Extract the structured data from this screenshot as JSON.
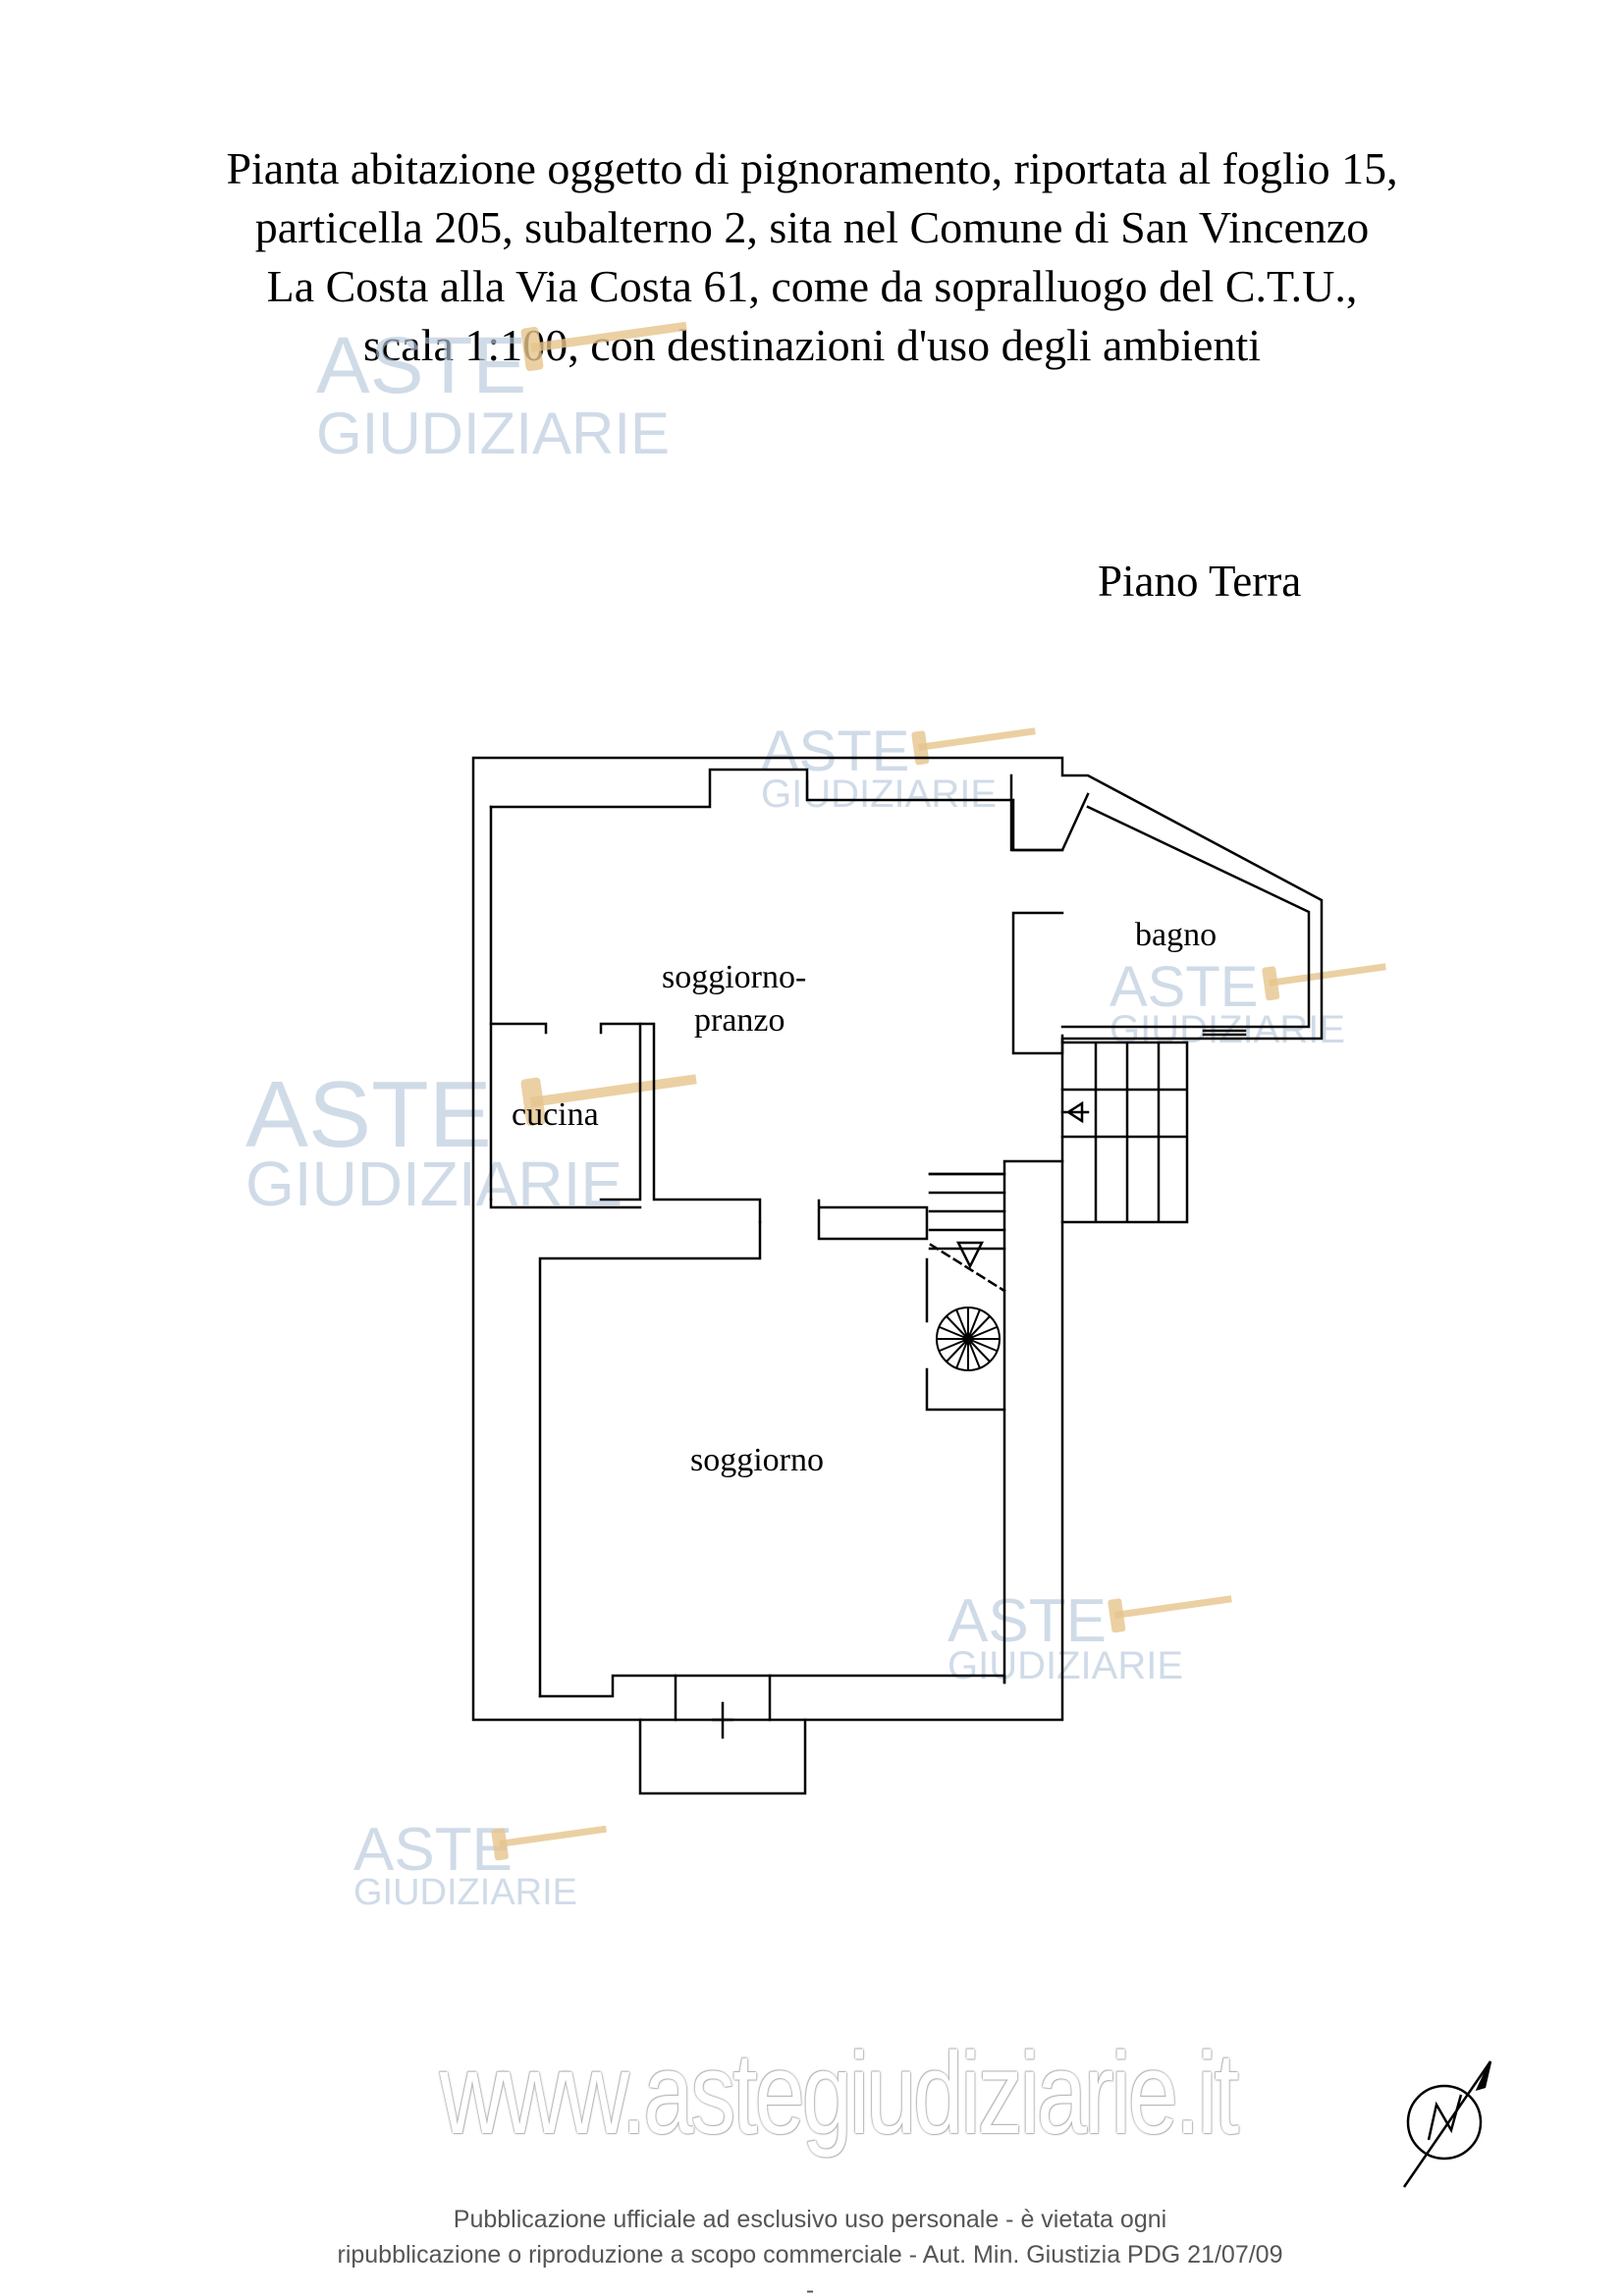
{
  "document": {
    "title_lines": [
      "Pianta abitazione oggetto di pignoramento, riportata al foglio 15,",
      "particella 205, subalterno 2, sita nel Comune di San Vincenzo",
      "La Costa alla Via Costa 61, come da sopralluogo del C.T.U.,",
      "scala 1:100, con destinazioni d'uso degli ambienti"
    ],
    "floor_label": "Piano Terra"
  },
  "rooms": {
    "soggiorno_pranzo_line1": "soggiorno-",
    "soggiorno_pranzo_line2": "pranzo",
    "bagno": "bagno",
    "cucina": "cucina",
    "soggiorno": "soggiorno"
  },
  "watermark": {
    "brand_top": "ASTE",
    "brand_bottom": "GIUDIZIARIE",
    "website": "www.astegiudiziarie.it",
    "color": "#b7c7dc"
  },
  "footer": {
    "disclaimer_lines": [
      "Pubblicazione ufficiale ad esclusivo uso personale - è vietata ogni",
      "ripubblicazione o riproduzione a scopo commerciale - Aut. Min. Giustizia PDG 21/07/09"
    ],
    "mark": "-"
  },
  "icons": {
    "north_arrow": "north-arrow-icon"
  }
}
